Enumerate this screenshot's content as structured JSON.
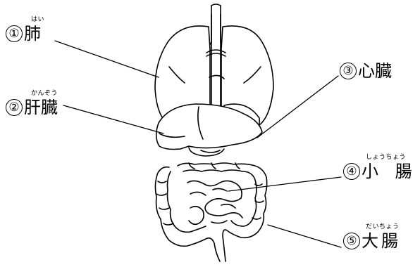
{
  "labels": [
    {
      "id": "lung",
      "number": "①",
      "name": "肺",
      "ruby": "はい"
    },
    {
      "id": "liver",
      "number": "②",
      "name": "肝臓",
      "ruby": "かんぞう"
    },
    {
      "id": "heart",
      "number": "③",
      "name": "心臓",
      "ruby": ""
    },
    {
      "id": "small-intestine",
      "number": "④",
      "name": "小 腸",
      "ruby": "しょうちょう"
    },
    {
      "id": "large-intestine",
      "number": "⑤",
      "name": "大腸",
      "ruby": "だいちょう"
    }
  ]
}
